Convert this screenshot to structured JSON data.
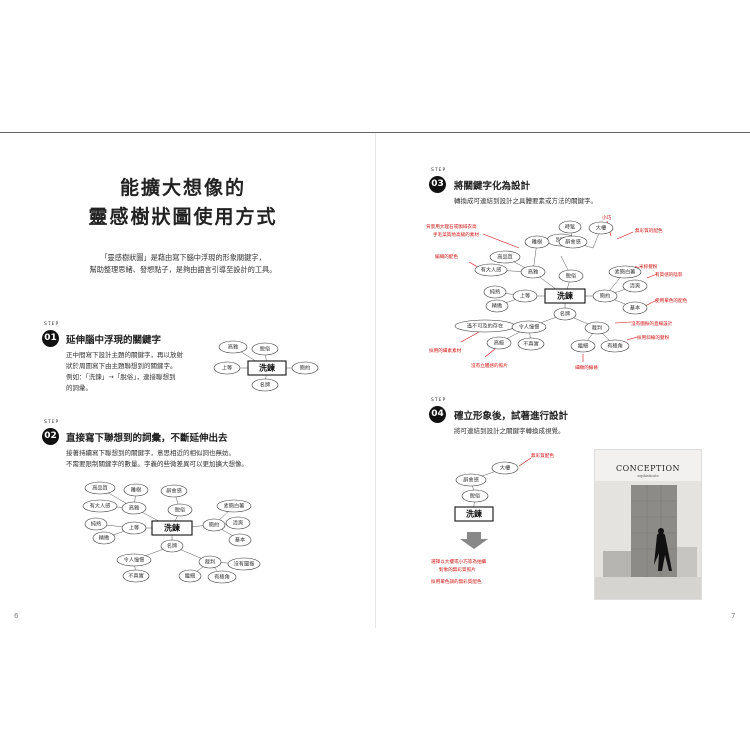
{
  "left_page": {
    "title_line1": "能擴大想像的",
    "title_line2": "靈感樹狀圖使用方式",
    "intro_line1": "「靈感樹狀圖」是藉由寫下腦中浮現的形象關鍵字，",
    "intro_line2": "幫助整理思緒、發想點子，是夠由語言引導至設計的工具。",
    "step_label": "STEP",
    "step1": {
      "number": "01",
      "heading": "延伸腦中浮現的關鍵字",
      "lines": [
        "正中間寫下設計主題的關鍵字，再以放射",
        "狀於周圍寫下由主題聯想到的關鍵字。",
        "例如：「洗鍊」→「脫俗」，連接聯想到",
        "的詞彙。"
      ]
    },
    "step2": {
      "number": "02",
      "heading": "直接寫下聯想到的詞彙，不斷延伸出去",
      "lines": [
        "接著持續寫下聯想到的關鍵字，意思相近的相似詞也無妨。",
        "不需要限制關鍵字的數量。字義的些微差異可以更加擴大想像。"
      ]
    },
    "map1": {
      "center": "洗鍊",
      "nodes": [
        "高雅",
        "脫俗",
        "上等",
        "簡約",
        "名牌"
      ]
    },
    "map2": {
      "center": "洗鍊",
      "nodes": [
        "高品質",
        "雕樹",
        "辭會感",
        "有大人感",
        "高雅",
        "脫俗",
        "素簡白著",
        "清爽",
        "簡約",
        "純熟",
        "上等",
        "精緻",
        "基本",
        "名牌",
        "令人憧憬",
        "不真實",
        "裁判",
        "沒有圖振",
        "繼細",
        "有稜角"
      ]
    },
    "page_number": "6"
  },
  "right_page": {
    "step_label": "STEP",
    "step3": {
      "number": "03",
      "heading": "將關鍵字化為設計",
      "subtext": "轉換成可連結到設計之具體要素或方法的關鍵字。"
    },
    "step4": {
      "number": "04",
      "heading": "確立形象後，試著進行設計",
      "subtext": "將可連結到設計之關鍵字轉換成視覺。"
    },
    "map3": {
      "center": "洗鍊",
      "nodes": [
        "別緻",
        "時髦",
        "高品質",
        "雕樹",
        "辭會感",
        "大樓",
        "有大人感",
        "高雅",
        "脫俗",
        "素簡白著",
        "清爽",
        "純熟",
        "上等",
        "簡約",
        "精緻",
        "基本",
        "名牌",
        "遙不可及的存在",
        "令人憧憬",
        "裁判",
        "高級",
        "不真實",
        "繼細",
        "有稜角"
      ],
      "annotations": [
        "背景用大理石或咖啡衣高",
        "手毛菜質地高級的素材",
        "小巧",
        "無彩質的配色",
        "編織的配色",
        "米棕髮粉",
        "有質感的陰影",
        "使用單色的配色",
        "沒有圖振的直線設計",
        "採用斜線的髮粉",
        "採用的細素素材",
        "沒有立體感的照片",
        "細緻的線條"
      ]
    },
    "map4": {
      "nodes": [
        "大樓",
        "辭會感",
        "脫俗",
        "洗鍊"
      ],
      "annotations": [
        "無彩質配色",
        "選擇以大樓或小巧等為拍攝",
        "對象的無彩質照片",
        "採用單色調的無彩質配色"
      ]
    },
    "book": {
      "title": "CONCEPTION",
      "subtitle": "sophisticate"
    },
    "page_number": "7"
  }
}
